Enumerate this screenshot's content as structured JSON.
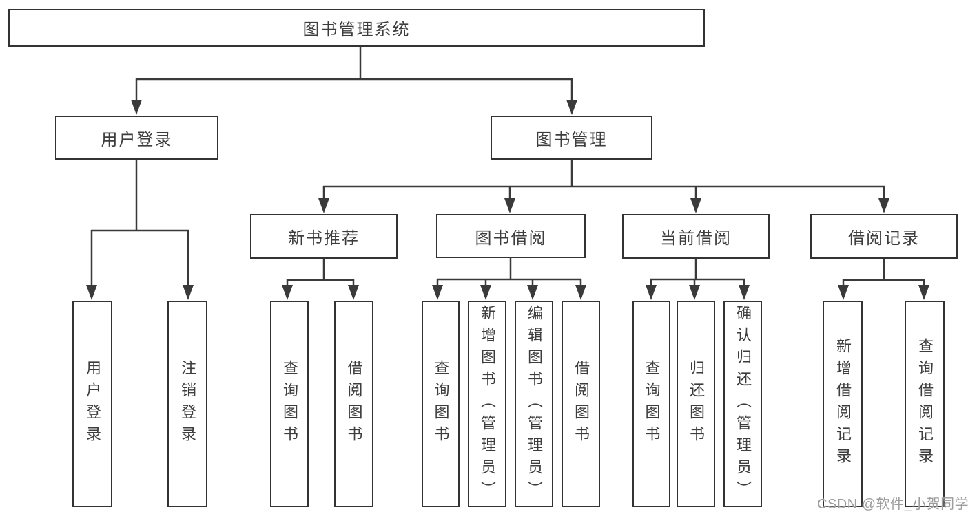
{
  "watermark": "CSDN @软件_小贺同学",
  "tree": {
    "label": "图书管理系统",
    "children": [
      {
        "label": "用户登录",
        "children": [
          {
            "label": "用户登录"
          },
          {
            "label": "注销登录"
          }
        ]
      },
      {
        "label": "图书管理",
        "children": [
          {
            "label": "新书推荐",
            "children": [
              {
                "label": "查询图书"
              },
              {
                "label": "借阅图书"
              }
            ]
          },
          {
            "label": "图书借阅",
            "children": [
              {
                "label": "查询图书"
              },
              {
                "label": "新增图书（管理员）"
              },
              {
                "label": "编辑图书（管理员）"
              },
              {
                "label": "借阅图书"
              }
            ]
          },
          {
            "label": "当前借阅",
            "children": [
              {
                "label": "查询图书"
              },
              {
                "label": "归还图书"
              },
              {
                "label": "确认归还（管理员）"
              }
            ]
          },
          {
            "label": "借阅记录",
            "children": [
              {
                "label": "新增借阅记录"
              },
              {
                "label": "查询借阅记录"
              }
            ]
          }
        ]
      }
    ]
  },
  "colors": {
    "line": "#3a3a3a",
    "border": "#333333",
    "text": "#3d3d3d",
    "watermark": "#9d9d9d"
  }
}
